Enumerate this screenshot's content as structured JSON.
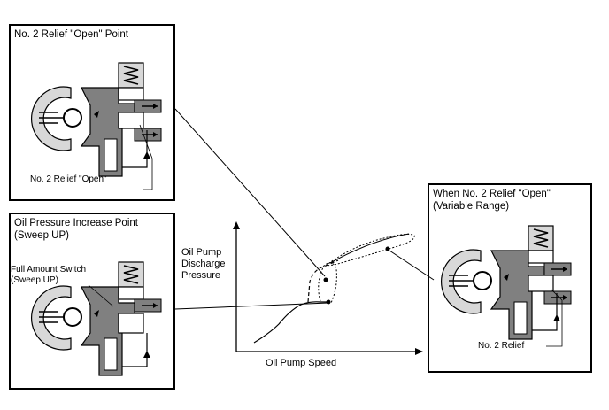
{
  "panels": {
    "relief_open_point": {
      "title": "No. 2 Relief \"Open\" Point",
      "callout": "No. 2 Relief \"Open\""
    },
    "pressure_increase_point": {
      "title": "Oil Pressure Increase Point\n(Sweep UP)",
      "callout": "Full Amount Switch\n(Sweep UP)"
    },
    "variable_range": {
      "title": "When No. 2 Relief \"Open\"\n(Variable Range)",
      "callout": "No. 2 Relief"
    }
  },
  "graph": {
    "ylabel": "Oil Pump\nDischarge\nPressure",
    "xlabel": "Oil Pump Speed"
  },
  "colors": {
    "line": "#000000",
    "fill_dark": "#808080",
    "fill_light": "#d8d8d8",
    "background": "#ffffff"
  }
}
